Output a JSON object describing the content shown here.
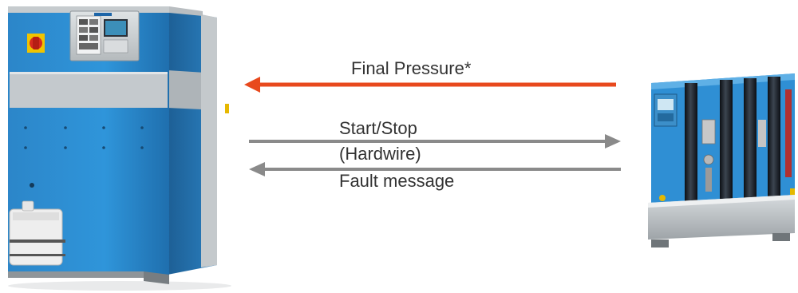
{
  "labels": {
    "final_pressure": "Final Pressure*",
    "start_stop": "Start/Stop",
    "hardwire": "(Hardwire)",
    "fault_message": "Fault message"
  },
  "colors": {
    "final_pressure_arrow": "#e8491d",
    "signal_arrows": "#8a8a8a",
    "label_text": "#333333",
    "cabinet_blue": "#2a8fd3",
    "panel_grey": "#c9ccce"
  },
  "icons": {
    "compressor": "compressor-unit-icon",
    "storage_system": "gas-storage-panel-icon"
  }
}
